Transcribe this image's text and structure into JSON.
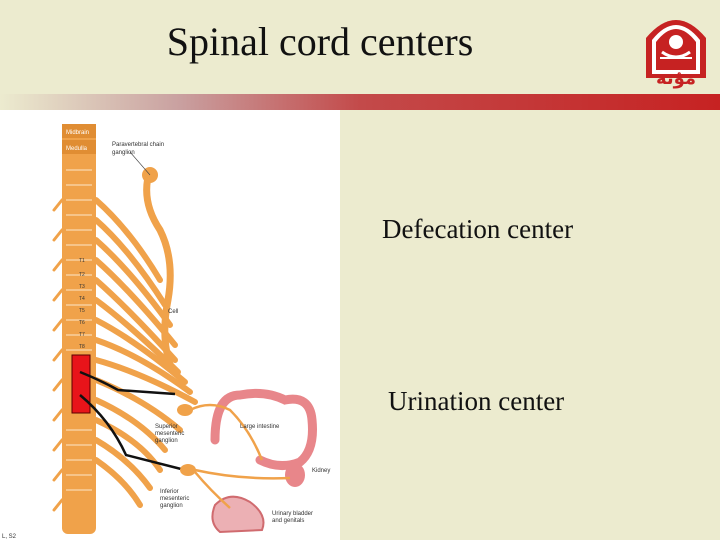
{
  "header": {
    "title": "Spinal cord centers",
    "logo_text": "ﻣﯘﺗﻪ",
    "logo_icon": "crest-icon"
  },
  "labels": {
    "defecation": "Defecation center",
    "urination": "Urination center"
  },
  "figure": {
    "midbrain": "Midbrain",
    "medulla": "Medulla",
    "paravertebral": "Paravertebral chain",
    "ganglion": "ganglion",
    "cell": "Cell",
    "large_intestine": "Large intestine",
    "superior": "Superior",
    "mesenteric": "mesenteric",
    "ganglion2": "ganglion",
    "kidney": "Kidney",
    "inferior": "Inferior",
    "mesenteric2": "mesenteric",
    "ganglion3": "ganglion",
    "urinary1": "Urinary bladder",
    "urinary2": "and genitals",
    "segments": [
      "T1",
      "T2",
      "T3",
      "T4",
      "T5",
      "T6",
      "T7",
      "T8"
    ],
    "corner_text": "L, S2"
  },
  "colors": {
    "background": "#ecebcf",
    "accent_red": "#c62222",
    "nerve_orange": "#f0a24a",
    "center_red": "#e8141a"
  }
}
